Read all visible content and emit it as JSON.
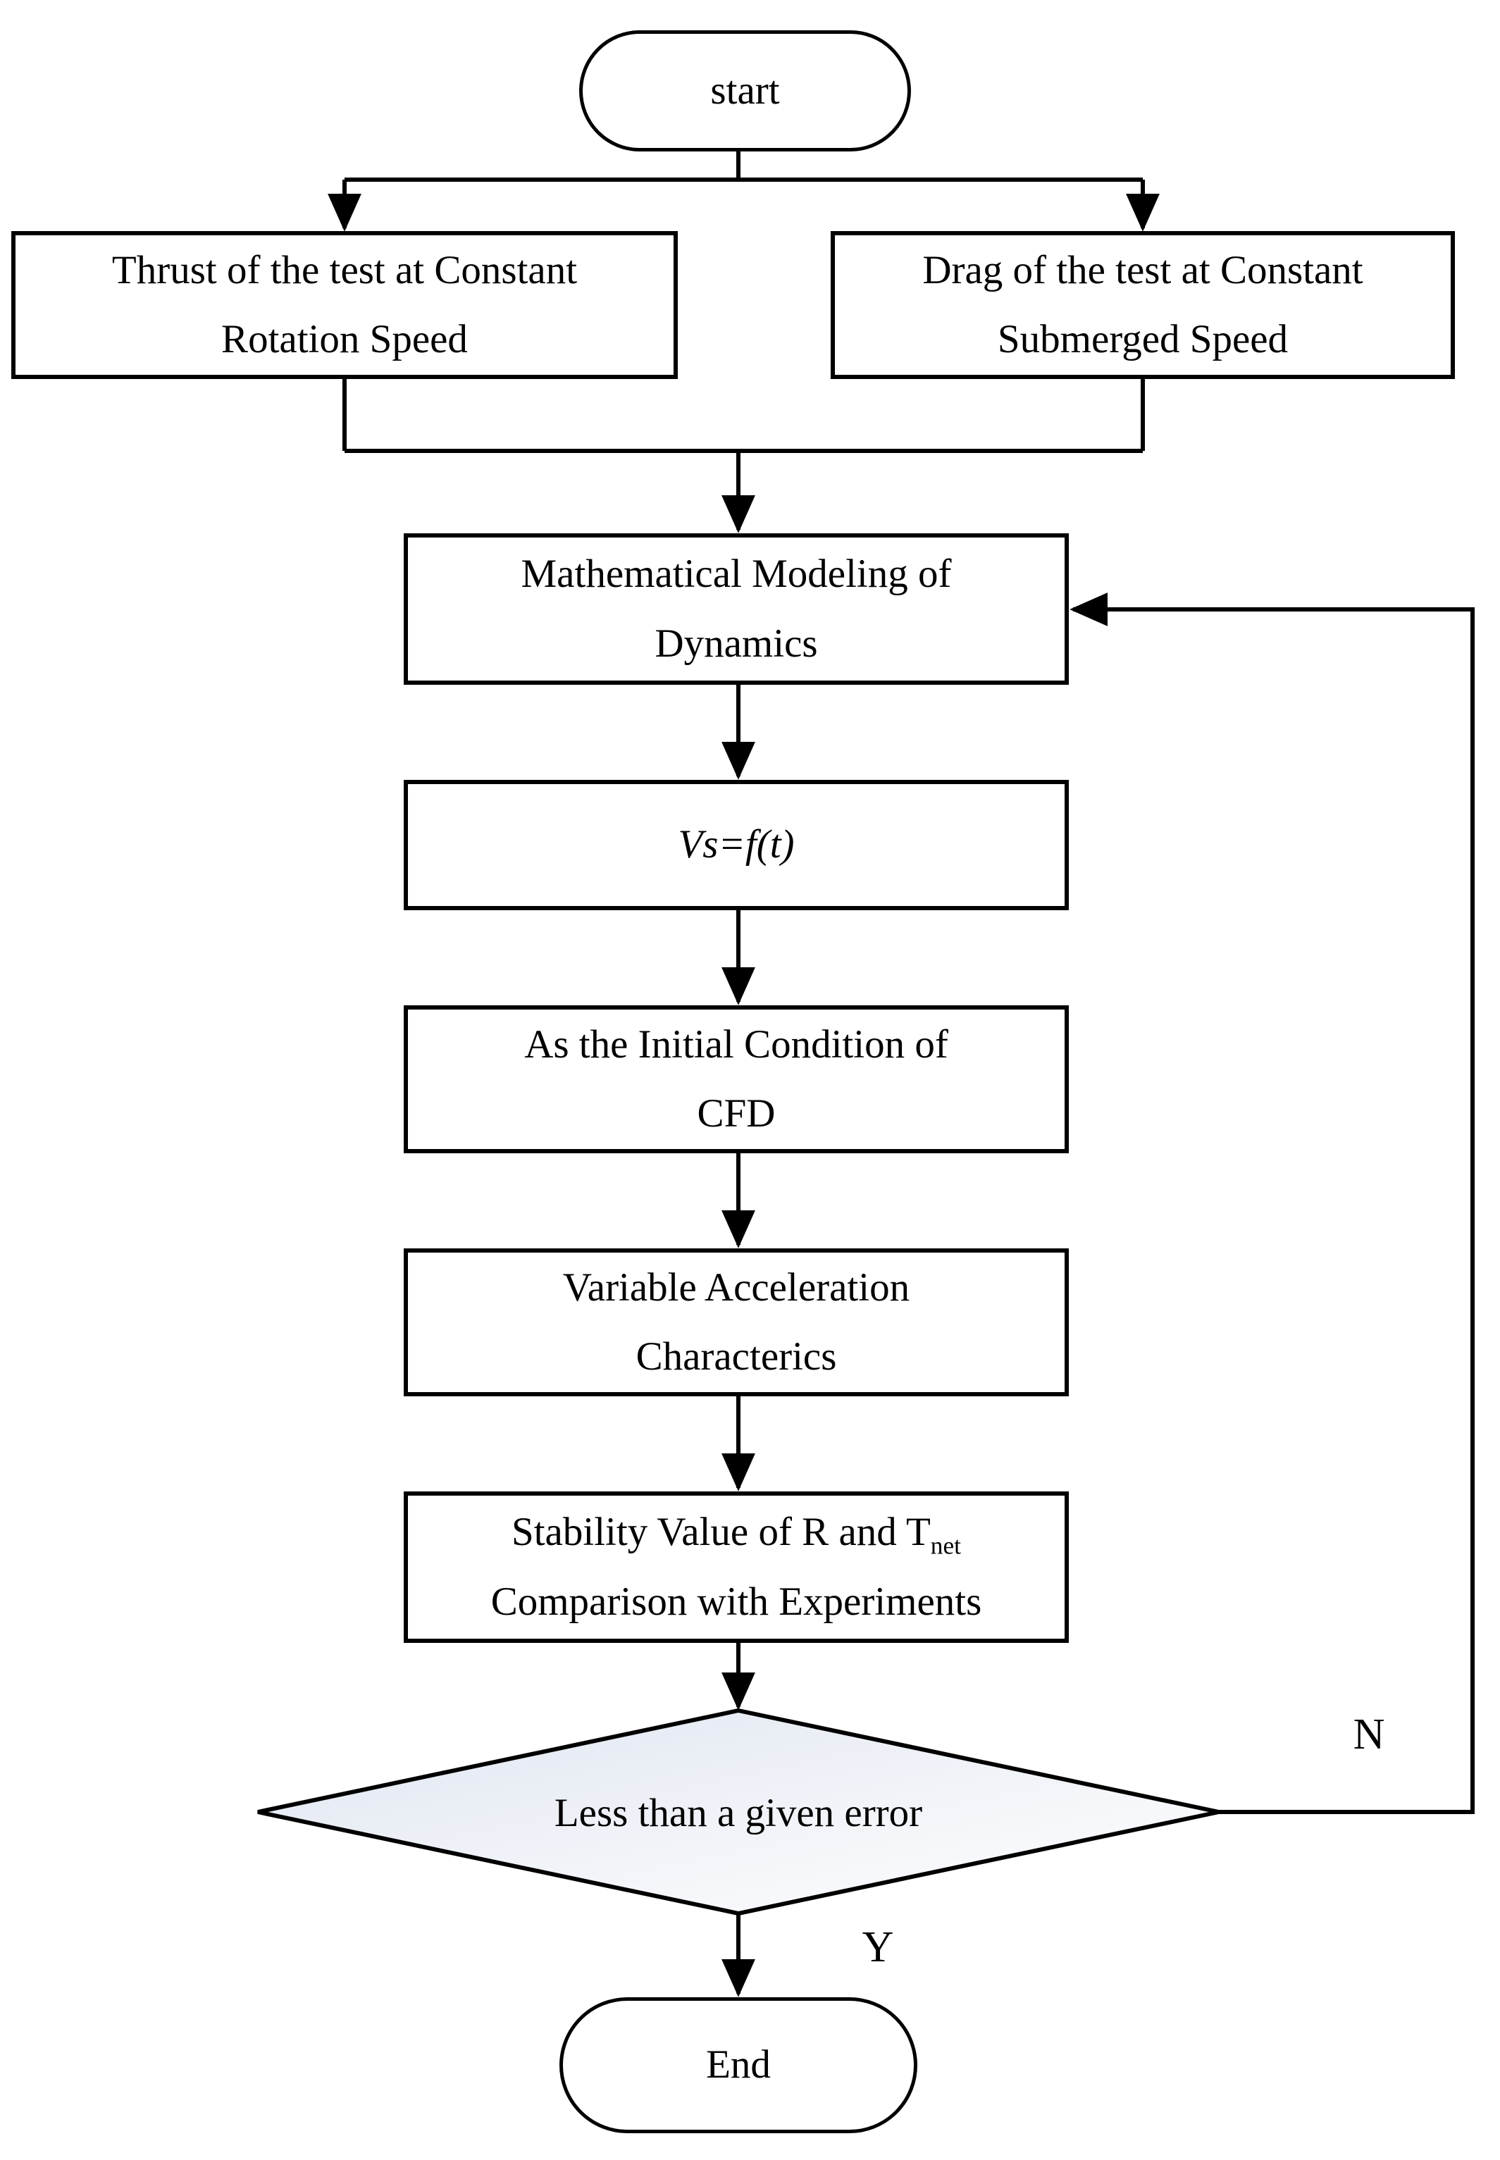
{
  "nodes": {
    "start": {
      "label": "start"
    },
    "thrust": {
      "lines": [
        "Thrust of the test at  Constant",
        "Rotation Speed"
      ]
    },
    "drag": {
      "lines": [
        "Drag of the test at Constant",
        "Submerged Speed"
      ]
    },
    "math_modeling": {
      "lines": [
        "Mathematical Modeling of",
        "Dynamics"
      ]
    },
    "formula": {
      "label": "Vs=f(t)"
    },
    "initial_condition": {
      "lines": [
        "As the Initial Condition of",
        "CFD"
      ]
    },
    "acceleration": {
      "lines": [
        "Variable Acceleration",
        "Characterics"
      ]
    },
    "stability": {
      "line1_main": "Stability Value of R and T",
      "line1_sub": "net",
      "line2": "Comparison with Experiments"
    },
    "decision": {
      "label": "Less than a given error"
    },
    "end": {
      "label": "End"
    }
  },
  "edge_labels": {
    "no": "N",
    "yes": "Y"
  },
  "colors": {
    "stroke": "#000000",
    "background": "#ffffff",
    "diamond_fill_light": "#dfe4ef",
    "diamond_fill_mid": "#eef1f7",
    "diamond_fill_end": "#ffffff"
  }
}
